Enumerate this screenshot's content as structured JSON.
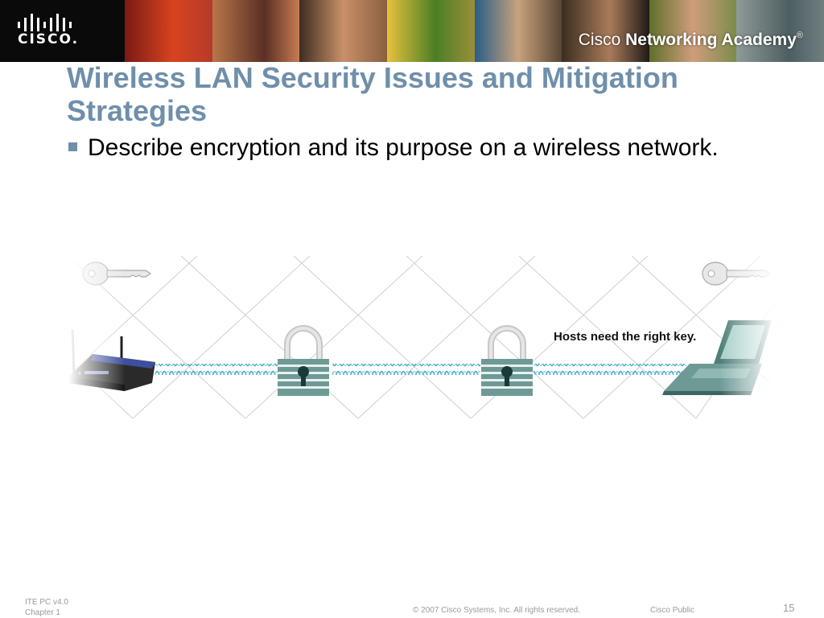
{
  "header": {
    "logo_text": "CISCO.",
    "brand_prefix": "Cisco",
    "brand_name": "Networking Academy",
    "brand_mark": "®"
  },
  "slide": {
    "title": "Wireless LAN Security Issues and Mitigation Strategies",
    "bullets": [
      "Describe encryption and its purpose on a wireless network."
    ],
    "callout": "Hosts need the right key."
  },
  "footer": {
    "course": "ITE PC v4.0",
    "chapter": "Chapter 1",
    "copyright": "© 2007 Cisco Systems, Inc. All rights reserved.",
    "classification": "Cisco Public",
    "page_number": "15"
  },
  "colors": {
    "title": "#6f8faa",
    "lock": "#6e9a96",
    "wave": "#3ba6c8",
    "banner": "#1a1a1a"
  },
  "icons": [
    "cisco-logo-icon",
    "key-icon",
    "padlock-icon",
    "wireless-router-icon",
    "laptop-icon"
  ]
}
